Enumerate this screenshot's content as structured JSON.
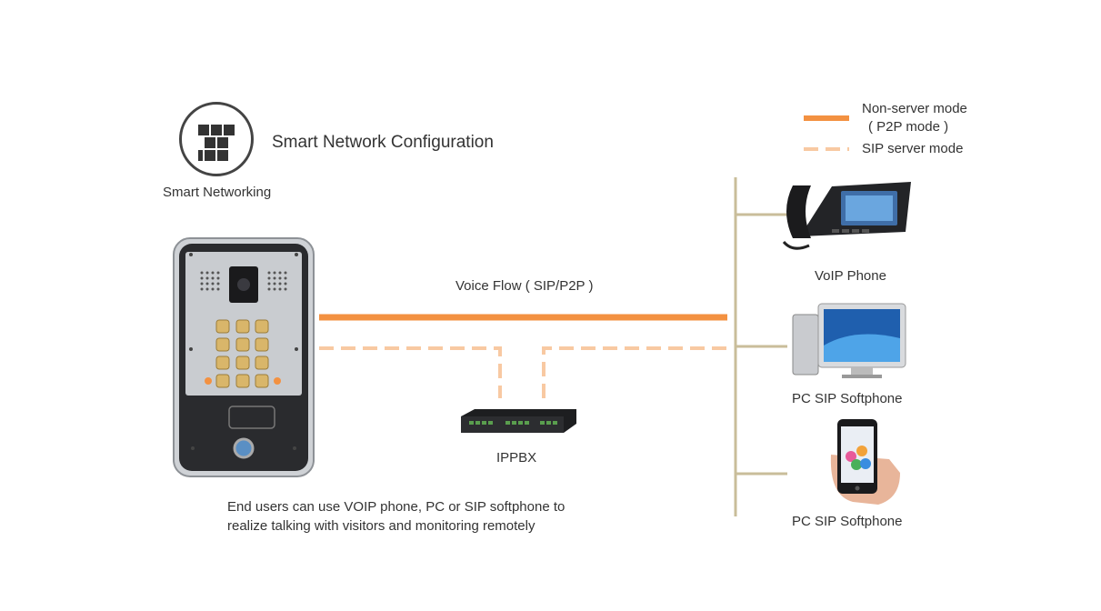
{
  "header": {
    "logo_icon": "grid-network-icon",
    "logo_caption": "Smart Networking",
    "title": "Smart Network Configuration"
  },
  "legend": {
    "items": [
      {
        "line": "solid",
        "color": "#F39141",
        "label_lines": [
          "Non-server mode",
          "( P2P mode )"
        ]
      },
      {
        "line": "dashed",
        "color": "#F8C9A2",
        "label_lines": [
          "SIP server mode"
        ]
      }
    ]
  },
  "flow": {
    "voice_label": "Voice Flow ( SIP/P2P )",
    "solid_color": "#F39141",
    "dashed_color": "#F8C9A2",
    "bus_color": "#C9BD9A"
  },
  "nodes": {
    "door_station": {
      "icon": "door-intercom-icon"
    },
    "ippbx": {
      "icon": "network-switch-icon",
      "label": "IPPBX"
    },
    "devices": [
      {
        "icon": "desk-ip-phone-icon",
        "label": "VoIP Phone"
      },
      {
        "icon": "desktop-computer-icon",
        "label": "PC SIP Softphone"
      },
      {
        "icon": "smartphone-icon",
        "label": "PC SIP Softphone"
      }
    ]
  },
  "description": {
    "lines": [
      "End users can use VOIP phone, PC or SIP softphone to",
      "realize talking with visitors and monitoring remotely"
    ]
  }
}
